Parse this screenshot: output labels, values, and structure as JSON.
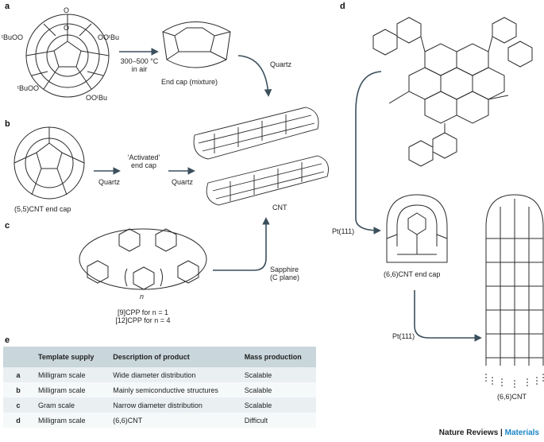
{
  "panels": {
    "a": {
      "letter": "a",
      "groups": {
        "tl": "ᵗBuOO",
        "tr": "OOᵗBu",
        "bl": "ᵗBuOO",
        "br": "OOᵗBu",
        "o1": "O",
        "o2": "O"
      },
      "arrow_label_line1": "300–500 °C",
      "arrow_label_line2": "in air",
      "product": "End cap (mixture)",
      "down_arrow_label": "Quartz"
    },
    "b": {
      "letter": "b",
      "start": "(5,5)CNT end cap",
      "arrow1_label": "Quartz",
      "intermediate_line1": "‘Activated’",
      "intermediate_line2": "end cap",
      "arrow2_label": "Quartz",
      "product": "CNT"
    },
    "c": {
      "letter": "c",
      "n_label": "n",
      "caption_line1": "[9]CPP for n = 1",
      "caption_line2": "[12]CPP for n = 4",
      "arrow_label_line1": "Sapphire",
      "arrow_label_line2": "(C plane)"
    },
    "d": {
      "letter": "d",
      "pt_label_1": "Pt(111)",
      "end_cap": "(6,6)CNT end cap",
      "pt_label_2": "Pt(111)",
      "product": "(6,6)CNT"
    },
    "e": {
      "letter": "e"
    }
  },
  "table": {
    "headers": [
      "",
      "Template supply",
      "Description of product",
      "Mass production"
    ],
    "rows": [
      [
        "a",
        "Milligram scale",
        "Wide diameter distribution",
        "Scalable"
      ],
      [
        "b",
        "Milligram scale",
        "Mainly semiconductive structures",
        "Scalable"
      ],
      [
        "c",
        "Gram scale",
        "Narrow diameter distribution",
        "Scalable"
      ],
      [
        "d",
        "Milligram scale",
        "(6,6)CNT",
        "Difficult"
      ]
    ]
  },
  "footer": {
    "journal": "Nature Reviews | ",
    "section": "Materials"
  },
  "colors": {
    "arrow": "#3b4f5c",
    "table_header": "#c9d6dc",
    "accent": "#1a86c7"
  }
}
